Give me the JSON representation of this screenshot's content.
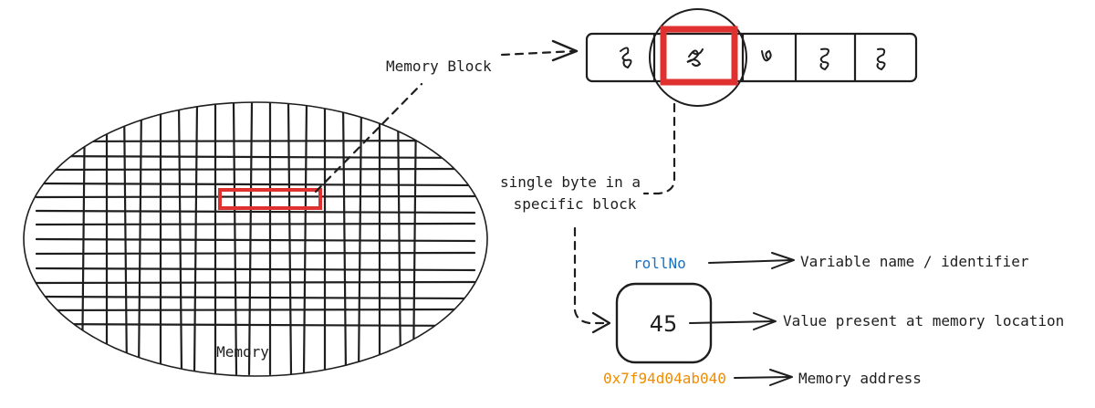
{
  "labels": {
    "memory_block": "Memory Block",
    "memory": "Memory",
    "single_byte_line1": "single byte in a",
    "single_byte_line2": "specific block",
    "variable_name": "rollNo",
    "variable_name_desc": "Variable name / identifier",
    "value": "45",
    "value_desc": "Value present at memory location",
    "address": "0x7f94d04ab040",
    "address_desc": "Memory address"
  },
  "memory_block": {
    "cell_count": 5,
    "highlighted_cell": 2,
    "scribble_icon": "scribble-glyph"
  },
  "memory_grid": {
    "highlighted_cells": "red rectangle"
  },
  "colors": {
    "ink": "#1e1e1e",
    "highlight": "#e03131",
    "variable_name": "#1971c2",
    "address": "#f08c00"
  }
}
